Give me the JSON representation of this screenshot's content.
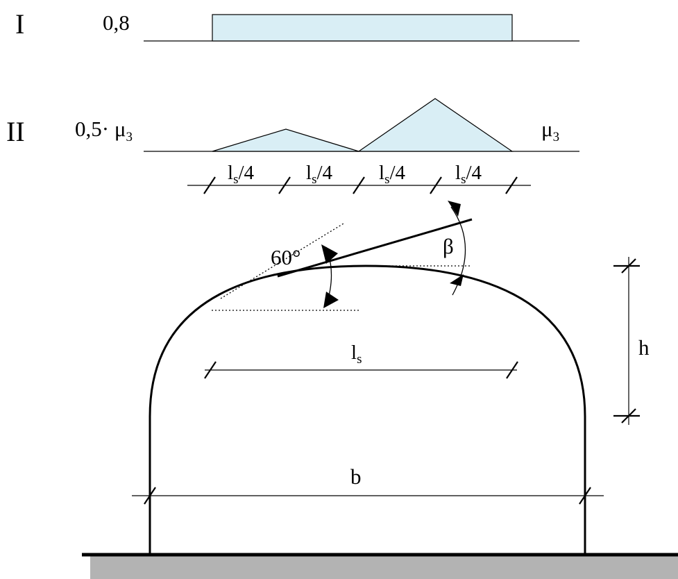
{
  "case_1": {
    "label": "I",
    "value": "0,8"
  },
  "case_2": {
    "label": "II",
    "left_value_prefix": "0,5· μ",
    "left_value_subscript": "3",
    "right_value": "μ",
    "right_value_subscript": "3"
  },
  "quarter_dim": {
    "text": "l",
    "subscript": "s",
    "suffix": "/4"
  },
  "span_dim": {
    "text": "l",
    "subscript": "s"
  },
  "angle_60": "60°",
  "angle_beta": "β",
  "height_label": "h",
  "width_label": "b",
  "colors": {
    "load_fill": "#d9eef5",
    "ground_fill": "#b3b3b3",
    "line": "#000000"
  }
}
